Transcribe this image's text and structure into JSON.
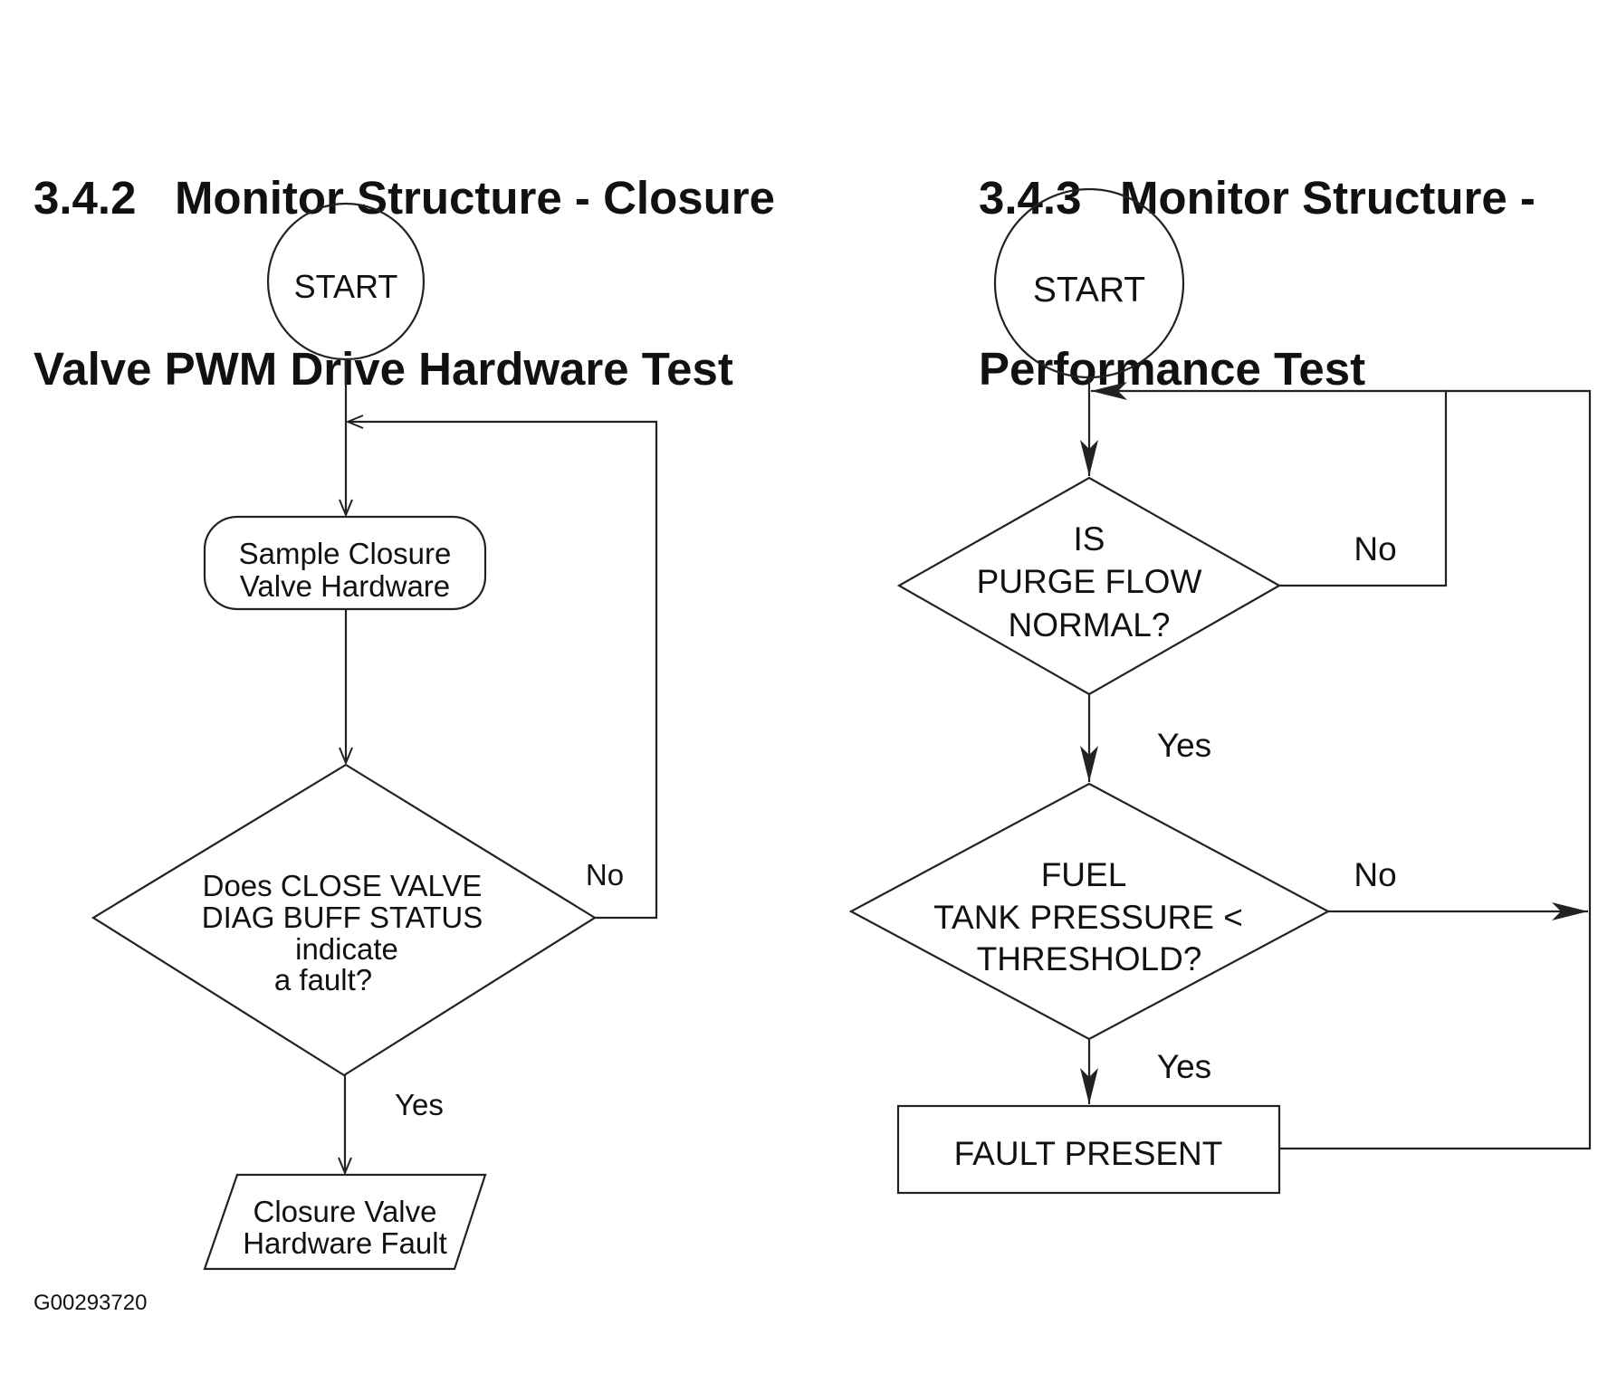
{
  "left_section": {
    "title_line1": "3.4.2   Monitor Structure - Closure",
    "title_line2": "Valve PWM Drive Hardware Test",
    "start": "START",
    "process_line1": "Sample Closure",
    "process_line2": "Valve Hardware",
    "decision_line1": "Does CLOSE VALVE",
    "decision_line2": "DIAG BUFF STATUS",
    "decision_line3": "indicate",
    "decision_line4": "a fault?",
    "no_label": "No",
    "yes_label": "Yes",
    "output_line1": "Closure Valve",
    "output_line2": "Hardware Fault"
  },
  "right_section": {
    "title_line1": "3.4.3   Monitor Structure -",
    "title_line2": "Performance Test",
    "start": "START",
    "decision1_line1": "IS",
    "decision1_line2": "PURGE FLOW",
    "decision1_line3": "NORMAL?",
    "no1_label": "No",
    "yes1_label": "Yes",
    "decision2_line1": "FUEL",
    "decision2_line2": "TANK PRESSURE <",
    "decision2_line3": "THRESHOLD?",
    "no2_label": "No",
    "yes2_label": "Yes",
    "result": "FAULT PRESENT"
  },
  "reference_code": "G00293720"
}
